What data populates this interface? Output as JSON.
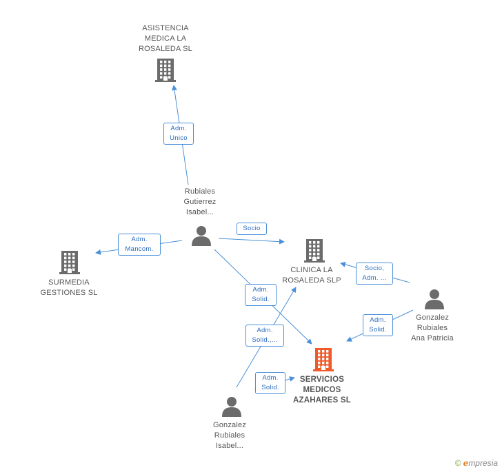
{
  "nodes": [
    {
      "id": "asistencia",
      "type": "company",
      "label": "ASISTENCIA\nMEDICA LA\nROSALEDA SL",
      "color": "#6b6b6b",
      "icon": "building-icon"
    },
    {
      "id": "surmedia",
      "type": "company",
      "label": "SURMEDIA\nGESTIONES SL",
      "color": "#6b6b6b",
      "icon": "building-icon"
    },
    {
      "id": "clinica",
      "type": "company",
      "label": "CLINICA LA\nROSALEDA SLP",
      "color": "#6b6b6b",
      "icon": "building-icon"
    },
    {
      "id": "servicios",
      "type": "company",
      "label": "SERVICIOS\nMEDICOS\nAZAHARES SL",
      "color": "#f05a28",
      "icon": "building-icon",
      "focus": true
    },
    {
      "id": "rubiales_isabel",
      "type": "person",
      "label": "Rubiales\nGutierrez\nIsabel...",
      "color": "#6b6b6b",
      "icon": "person-icon"
    },
    {
      "id": "gonzalez_ana",
      "type": "person",
      "label": "Gonzalez\nRubiales\nAna Patricia",
      "color": "#6b6b6b",
      "icon": "person-icon"
    },
    {
      "id": "gonzalez_isabel",
      "type": "person",
      "label": "Gonzalez\nRubiales\nIsabel...",
      "color": "#6b6b6b",
      "icon": "person-icon"
    }
  ],
  "edges": [
    {
      "from": "rubiales_isabel",
      "to": "asistencia",
      "label": "Adm.\nUnico"
    },
    {
      "from": "rubiales_isabel",
      "to": "surmedia",
      "label": "Adm.\nMancom."
    },
    {
      "from": "rubiales_isabel",
      "to": "clinica",
      "label": "Socio"
    },
    {
      "from": "rubiales_isabel",
      "to": "servicios",
      "label": "Adm.\nSolid."
    },
    {
      "from": "gonzalez_ana",
      "to": "clinica",
      "label": "Socio,\nAdm. ..."
    },
    {
      "from": "gonzalez_ana",
      "to": "servicios",
      "label": "Adm.\nSolid."
    },
    {
      "from": "gonzalez_isabel",
      "to": "clinica",
      "label": "Adm.\nSolid.,..."
    },
    {
      "from": "gonzalez_isabel",
      "to": "servicios",
      "label": "Adm.\nSolid."
    }
  ],
  "colors": {
    "edge": "#4a90d9",
    "node": "#6b6b6b",
    "focus": "#f05a28"
  },
  "brand": {
    "copyright": "©",
    "e": "e",
    "rest": "mpresia"
  }
}
